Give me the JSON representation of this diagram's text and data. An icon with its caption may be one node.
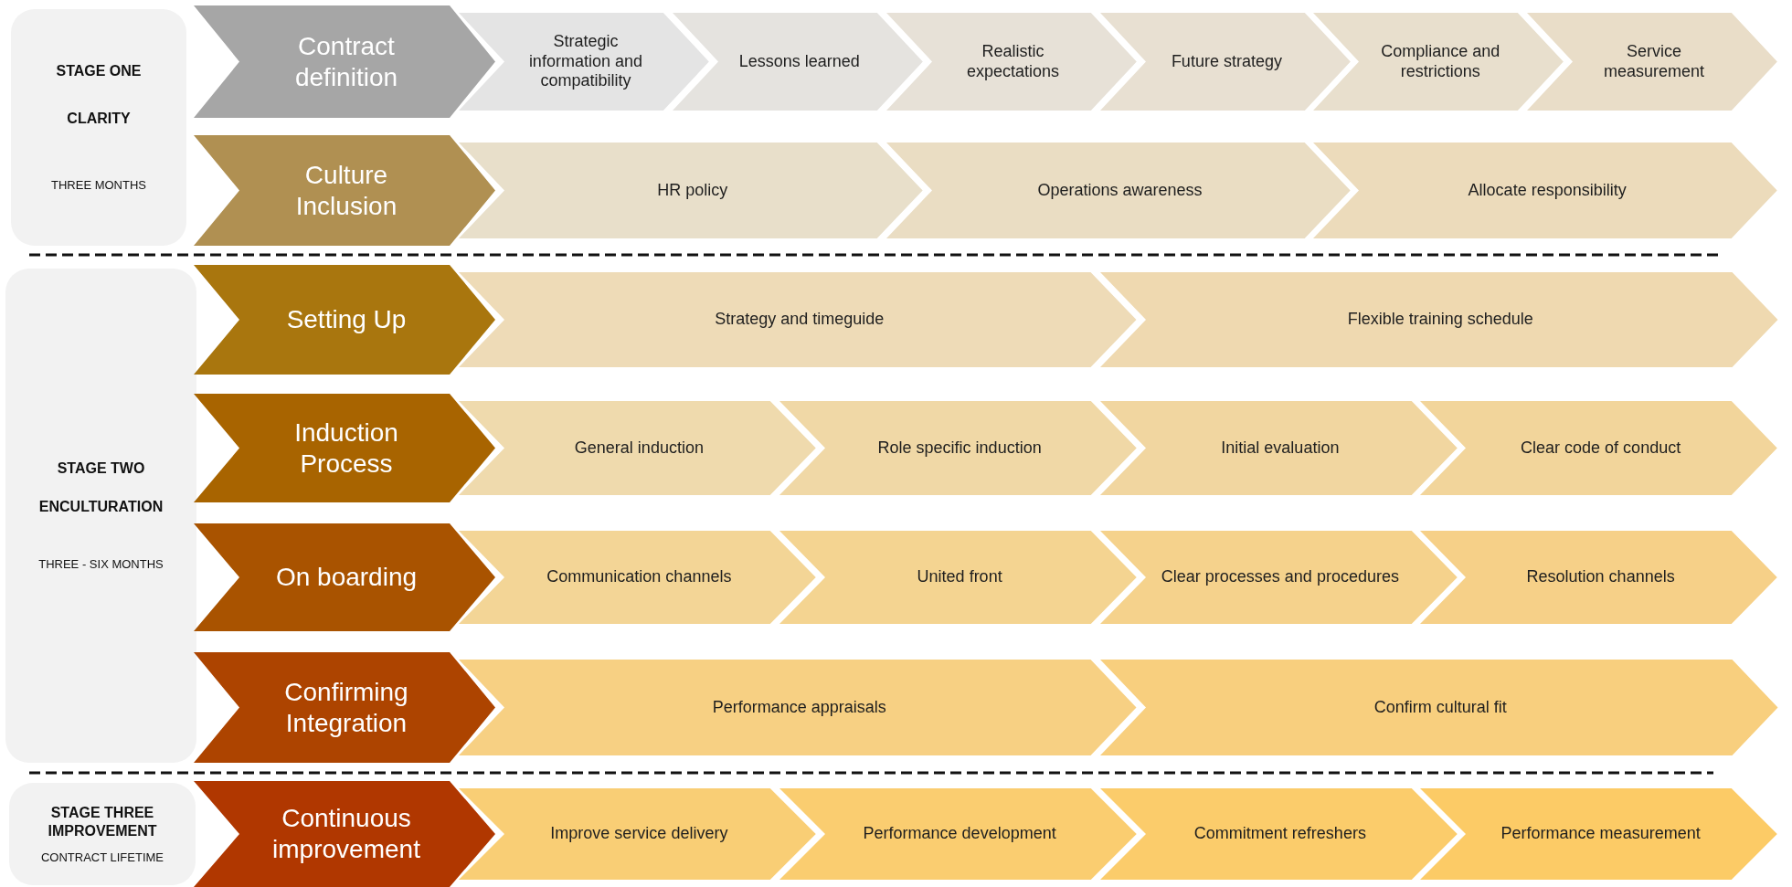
{
  "diagram": {
    "nodes": [
      {
        "text": [
          "STAGE ONE",
          "CLARITY",
          "THREE MONTHS"
        ]
      },
      {
        "text": [
          "Contract definition"
        ]
      },
      {
        "text": [
          "Strategic information and compatibility"
        ]
      },
      {
        "text": [
          "Lessons learned"
        ]
      },
      {
        "text": [
          "Realistic expectations"
        ]
      },
      {
        "text": [
          "Future strategy"
        ]
      },
      {
        "text": [
          "Compliance and restrictions"
        ]
      },
      {
        "text": [
          "Service measurement"
        ]
      },
      {
        "text": [
          "Culture Inclusion"
        ]
      },
      {
        "text": [
          "HR policy"
        ]
      },
      {
        "text": [
          "Operations awareness"
        ]
      },
      {
        "text": [
          "Allocate responsibility"
        ]
      },
      {
        "text": [
          "STAGE TWO",
          "ENCULTURATION",
          "THREE - SIX MONTHS"
        ]
      },
      {
        "text": [
          "Setting Up"
        ]
      },
      {
        "text": [
          "Strategy and timeguide"
        ]
      },
      {
        "text": [
          "Flexible training schedule"
        ]
      },
      {
        "text": [
          "Induction Process"
        ]
      },
      {
        "text": [
          "General induction"
        ]
      },
      {
        "text": [
          "Role specific induction"
        ]
      },
      {
        "text": [
          "Initial evaluation"
        ]
      },
      {
        "text": [
          "Clear code of conduct"
        ]
      },
      {
        "text": [
          "On boarding"
        ]
      },
      {
        "text": [
          "Communication channels"
        ]
      },
      {
        "text": [
          "United front"
        ]
      },
      {
        "text": [
          "Clear processes and procedures"
        ]
      },
      {
        "text": [
          "Resolution channels"
        ]
      },
      {
        "text": [
          "Confirming Integration"
        ]
      },
      {
        "text": [
          "Performance appraisals"
        ]
      },
      {
        "text": [
          "Confirm cultural fit"
        ]
      },
      {
        "text": [
          "STAGE THREE",
          "IMPROVEMENT",
          "CONTRACT LIFETIME"
        ]
      },
      {
        "text": [
          "Continuous improvement"
        ]
      },
      {
        "text": [
          "Improve service delivery"
        ]
      },
      {
        "text": [
          "Performance development"
        ]
      },
      {
        "text": [
          "Commitment refreshers"
        ]
      },
      {
        "text": [
          "Performance measurement"
        ]
      }
    ]
  }
}
